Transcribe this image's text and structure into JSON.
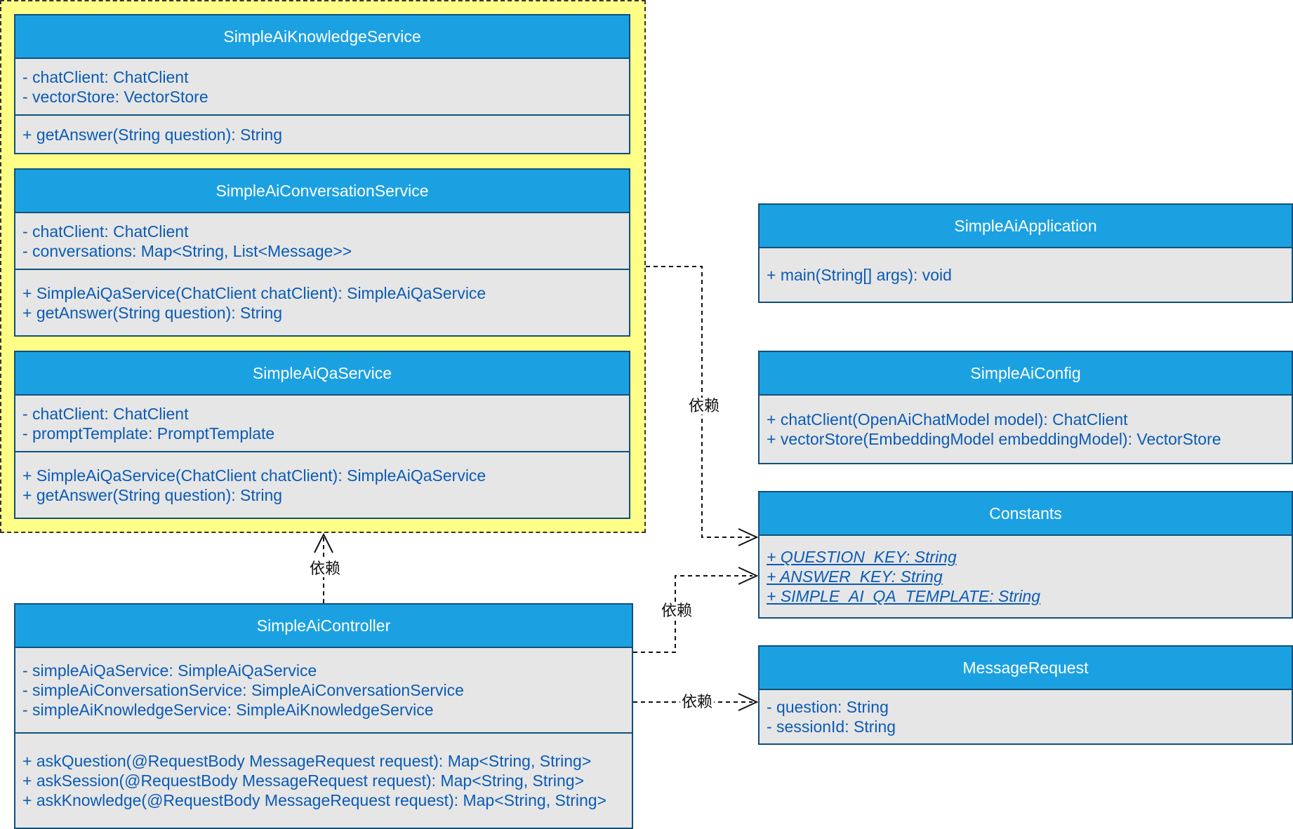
{
  "colors": {
    "header_fill": "#1ba1e2",
    "body_fill": "#e6e6e6",
    "text_member": "#0b5bb5",
    "group_fill": "#ffff88"
  },
  "classes": {
    "knowledge": {
      "name": "SimpleAiKnowledgeService",
      "attributes": [
        "- chatClient: ChatClient",
        "- vectorStore: VectorStore"
      ],
      "methods": [
        "+ getAnswer(String question): String"
      ]
    },
    "conversation": {
      "name": "SimpleAiConversationService",
      "attributes": [
        "- chatClient: ChatClient",
        "- conversations: Map<String, List<Message>>"
      ],
      "methods": [
        "+ SimpleAiQaService(ChatClient chatClient): SimpleAiQaService",
        "+ getAnswer(String question): String"
      ]
    },
    "qa": {
      "name": "SimpleAiQaService",
      "attributes": [
        "- chatClient: ChatClient",
        "- promptTemplate: PromptTemplate"
      ],
      "methods": [
        "+ SimpleAiQaService(ChatClient chatClient): SimpleAiQaService",
        "+ getAnswer(String question): String"
      ]
    },
    "controller": {
      "name": "SimpleAiController",
      "attributes": [
        "- simpleAiQaService: SimpleAiQaService",
        "- simpleAiConversationService: SimpleAiConversationService",
        "- simpleAiKnowledgeService: SimpleAiKnowledgeService"
      ],
      "methods": [
        "+ askQuestion(@RequestBody MessageRequest request): Map<String, String>",
        "+ askSession(@RequestBody MessageRequest request): Map<String, String>",
        "+ askKnowledge(@RequestBody MessageRequest request): Map<String, String>"
      ]
    },
    "application": {
      "name": "SimpleAiApplication",
      "methods": [
        "+ main(String[] args): void"
      ]
    },
    "config": {
      "name": "SimpleAiConfig",
      "methods": [
        "+ chatClient(OpenAiChatModel model): ChatClient",
        "+ vectorStore(EmbeddingModel embeddingModel): VectorStore"
      ]
    },
    "constants": {
      "name": "Constants",
      "attributes": [
        "+ QUESTION_KEY: String",
        "+ ANSWER_KEY: String",
        "+ SIMPLE_AI_QA_TEMPLATE: String"
      ]
    },
    "message_request": {
      "name": "MessageRequest",
      "attributes": [
        "- question: String",
        "- sessionId: String"
      ]
    }
  },
  "edges": {
    "services_to_constants": "依赖",
    "controller_to_services": "依赖",
    "controller_to_constants": "依赖",
    "controller_to_message_request": "依赖"
  }
}
